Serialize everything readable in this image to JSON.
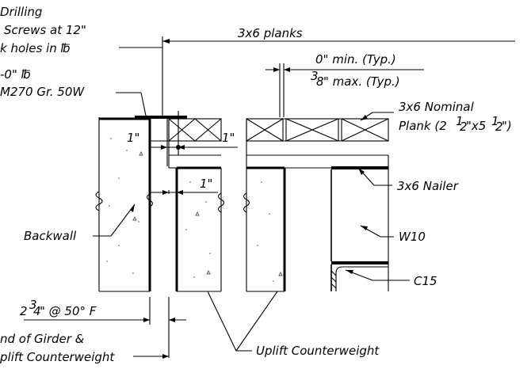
{
  "labels": {
    "drilling": "Drilling",
    "screws": "Screws at 12\"",
    "holes": "k holes in ℔",
    "plate_size": "-0\" ℔",
    "steel_grade": "M270 Gr. 50W",
    "planks_top": "3x6 planks",
    "min_gap": "0\" min. (Typ.)",
    "max_gap_num": "3",
    "max_gap_rest": "\" max. (Typ.)",
    "max_gap_den": "8",
    "nominal_plank_1": "3x6 Nominal",
    "nominal_plank_2a": "Plank (2",
    "nominal_plank_2b": "\"x5",
    "nominal_plank_2c": "\")",
    "half_1": "1",
    "half_den_1": "2",
    "half_2": "1",
    "half_den_2": "2",
    "dim_1a": "1\"",
    "dim_1b": "1\"",
    "dim_1c": "1\"",
    "nailer": "3x6 Nailer",
    "backwall": "Backwall",
    "w10": "W10",
    "c15": "C15",
    "dim_234_a": "2",
    "dim_234_num": "3",
    "dim_234_den": "4",
    "dim_234_rest": "\" @ 50° F",
    "girder_1": "nd of Girder &",
    "girder_2": "plift Counterweight",
    "uplift": "Uplift Counterweight"
  },
  "icons": {
    "break_symbol": "wavy-break-line",
    "arrow": "leader-arrowhead"
  }
}
